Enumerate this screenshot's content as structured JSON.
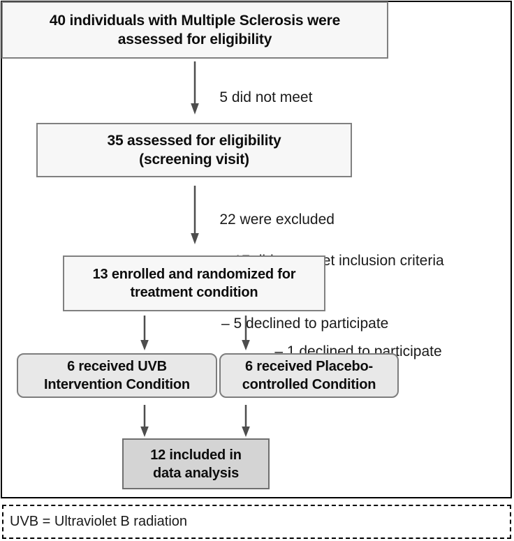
{
  "diagram": {
    "type": "consort-flow-diagram",
    "nodes": [
      {
        "id": "screened",
        "text": "40 individuals with Multiple Sclerosis were\nassessed for eligibility",
        "shape": "rectangle",
        "fill": "#f7f7f7"
      },
      {
        "id": "eligibility",
        "text": "35 assessed for eligibility\n(screening visit)",
        "shape": "rectangle",
        "fill": "#f7f7f7"
      },
      {
        "id": "enrolled",
        "text": "13 enrolled and randomized for\ntreatment condition",
        "shape": "rectangle",
        "fill": "#f7f7f7"
      },
      {
        "id": "uvb",
        "text": "6 received  UVB\nIntervention Condition",
        "shape": "rounded-rectangle",
        "fill": "#e8e8e8"
      },
      {
        "id": "placebo",
        "text": "6 received  Placebo-\ncontrolled Condition",
        "shape": "rounded-rectangle",
        "fill": "#e8e8e8"
      },
      {
        "id": "analysis",
        "text": "12 included in\ndata analysis",
        "shape": "rectangle",
        "fill": "#d4d4d4"
      }
    ],
    "annotations": {
      "inclusion": {
        "line1": "5 did not meet",
        "line2": "inclusion criteria"
      },
      "excluded": {
        "line1": "22 were excluded",
        "line2": "– 17 did not meet inclusion criteria",
        "line3": "– 5 declined to participate"
      },
      "declined": {
        "line1": "– 1 declined to participate"
      }
    },
    "arrows": [
      {
        "id": "arrow-screened-to-eligibility",
        "from": "screened",
        "to": "eligibility",
        "direction": "down"
      },
      {
        "id": "arrow-eligibility-to-enrolled",
        "from": "eligibility",
        "to": "enrolled",
        "direction": "down"
      },
      {
        "id": "arrow-enrolled-to-uvb",
        "from": "enrolled",
        "to": "uvb",
        "direction": "down"
      },
      {
        "id": "arrow-enrolled-to-placebo",
        "from": "enrolled",
        "to": "placebo",
        "direction": "down"
      },
      {
        "id": "arrow-uvb-to-analysis",
        "from": "uvb",
        "to": "analysis",
        "direction": "down"
      },
      {
        "id": "arrow-placebo-to-analysis",
        "from": "placebo",
        "to": "analysis",
        "direction": "down"
      }
    ]
  },
  "legend": {
    "text": "UVB = Ultraviolet B radiation"
  },
  "colors": {
    "box_fill_light": "#f7f7f7",
    "box_fill_mid": "#e8e8e8",
    "box_fill_dark": "#d4d4d4",
    "box_border": "#808080",
    "frame_border": "#000000",
    "text": "#0d0d0d",
    "arrow": "#4d4d4d"
  }
}
